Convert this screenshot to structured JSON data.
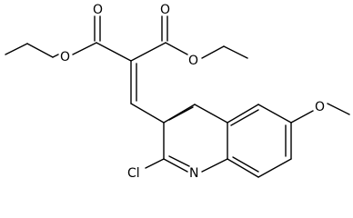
{
  "atom_labels": {
    "ester_left_carbonyl_o": "O",
    "ester_left_ether_o": "O",
    "ester_right_carbonyl_o": "O",
    "ester_right_ether_o": "O",
    "methoxy_o": "O",
    "ring_nitrogen": "N",
    "chlorine": "Cl"
  },
  "colors": {
    "bond": "#000000",
    "label": "#000000",
    "background": "#ffffff"
  }
}
